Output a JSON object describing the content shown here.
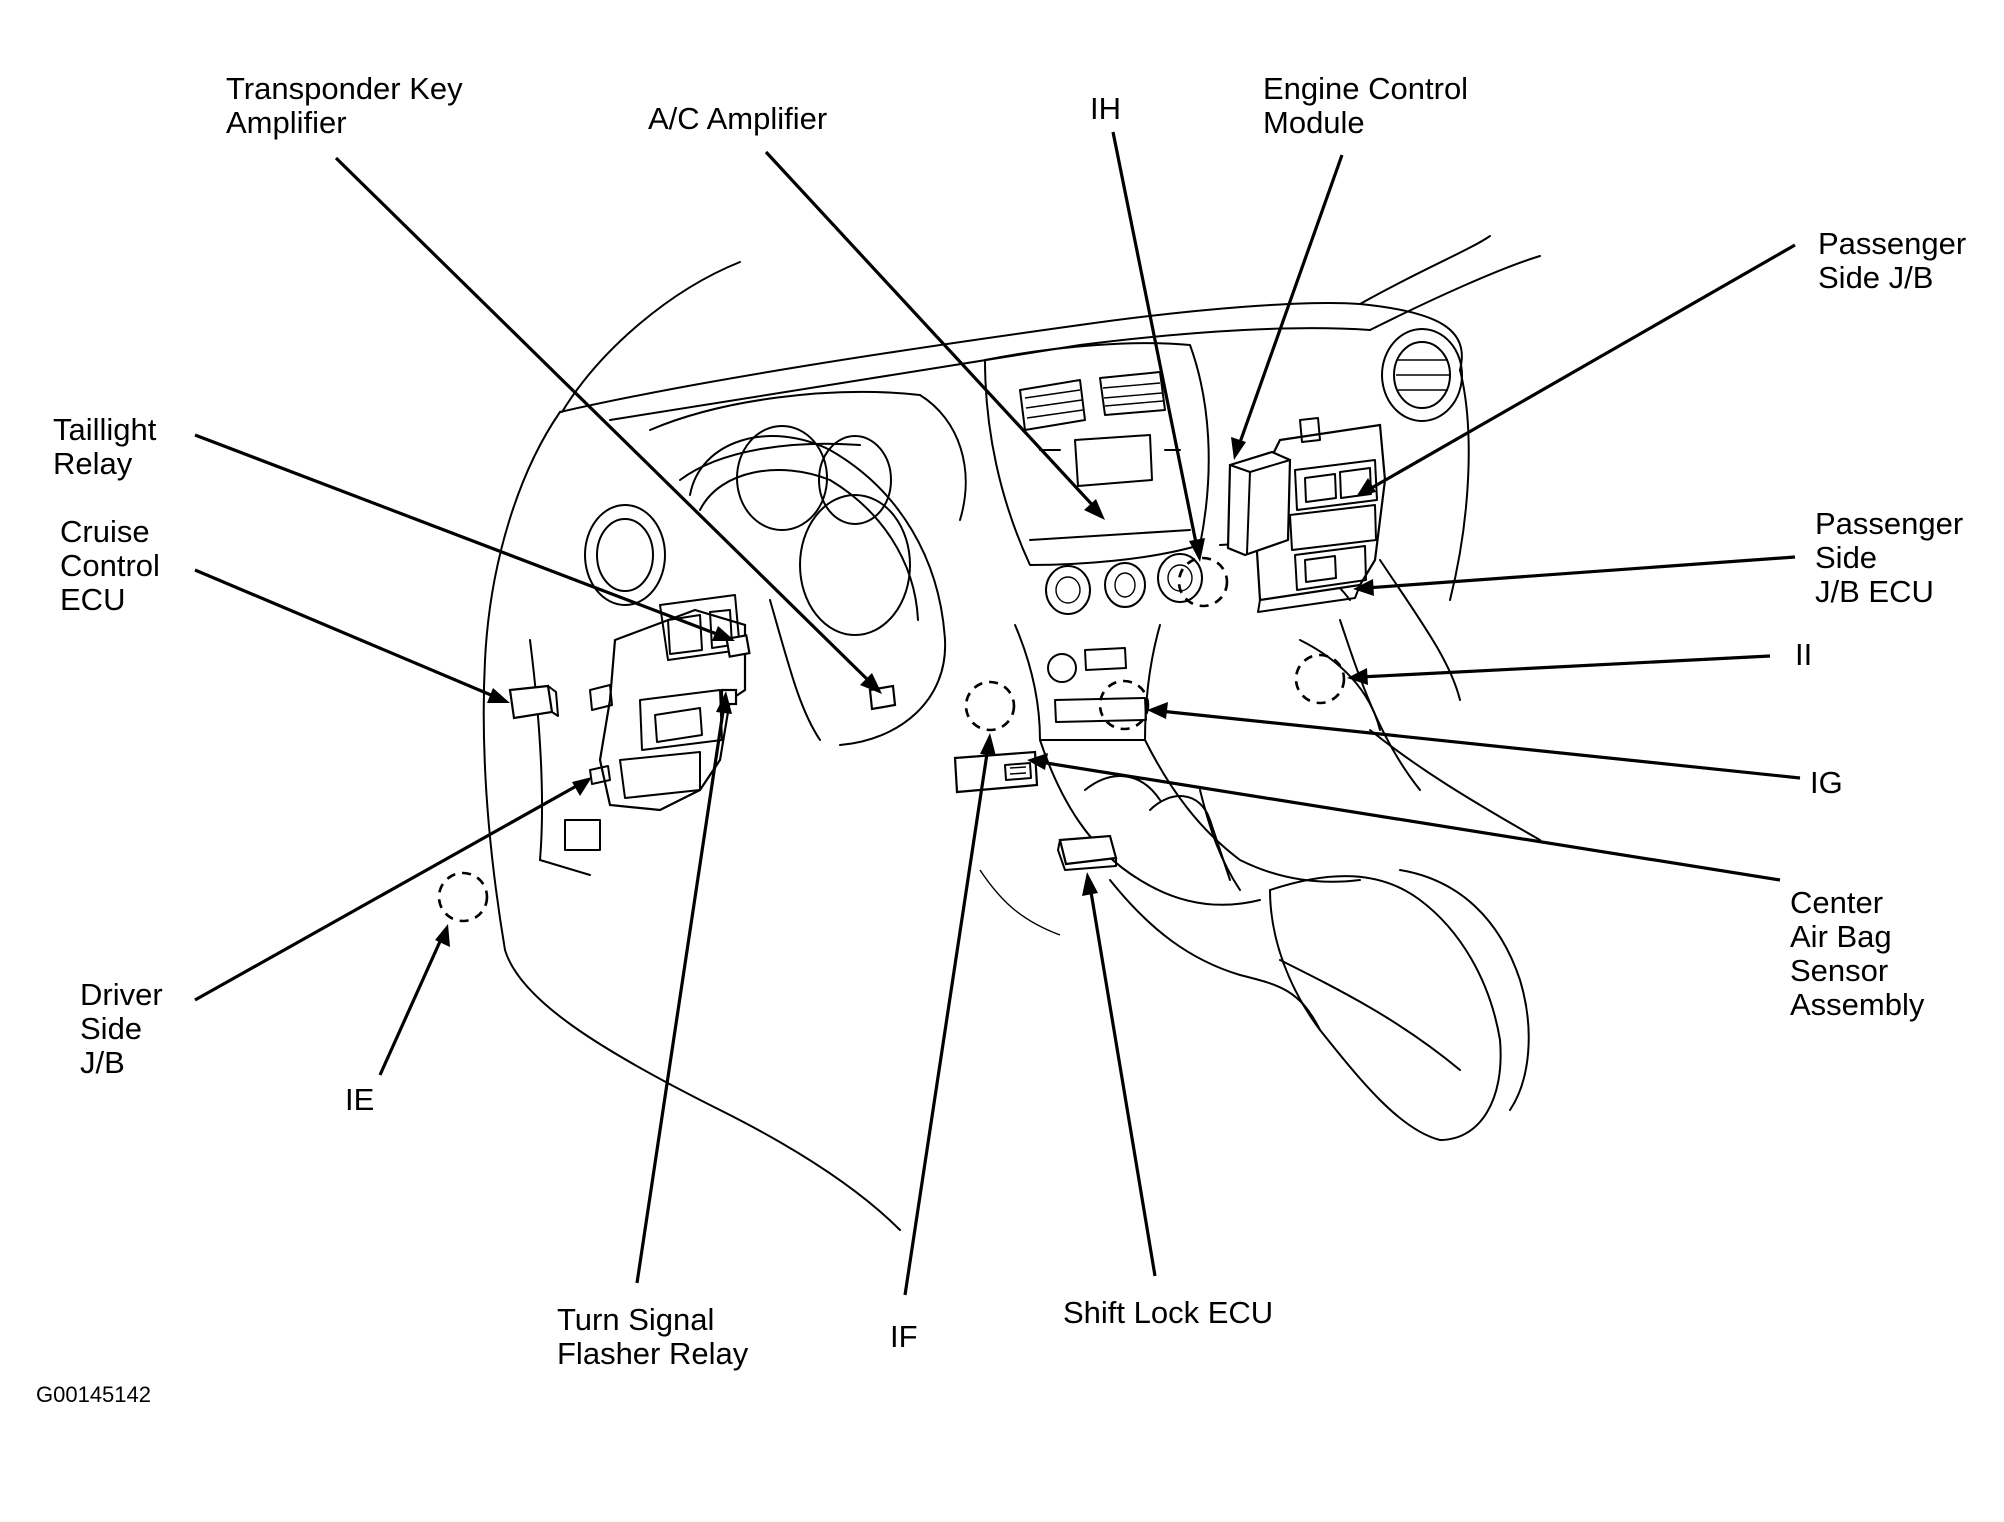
{
  "labels": {
    "transponder_key_amplifier": [
      "Transponder Key",
      "Amplifier"
    ],
    "ac_amplifier": [
      "A/C Amplifier"
    ],
    "ih": [
      "IH"
    ],
    "engine_control_module": [
      "Engine Control",
      "Module"
    ],
    "passenger_side_jb": [
      "Passenger",
      "Side J/B"
    ],
    "taillight_relay": [
      "Taillight",
      "Relay"
    ],
    "cruise_control_ecu": [
      "Cruise",
      "Control",
      "ECU"
    ],
    "passenger_side_jb_ecu": [
      "Passenger",
      "Side",
      "J/B ECU"
    ],
    "ii": [
      "II"
    ],
    "ig": [
      "IG"
    ],
    "center_air_bag_sensor": [
      "Center",
      "Air Bag",
      "Sensor",
      "Assembly"
    ],
    "driver_side_jb": [
      "Driver",
      "Side",
      "J/B"
    ],
    "ie": [
      "IE"
    ],
    "turn_signal_flasher_relay": [
      "Turn Signal",
      "Flasher Relay"
    ],
    "if": [
      "IF"
    ],
    "shift_lock_ecu": [
      "Shift Lock ECU"
    ]
  },
  "figure_code": "G00145142"
}
